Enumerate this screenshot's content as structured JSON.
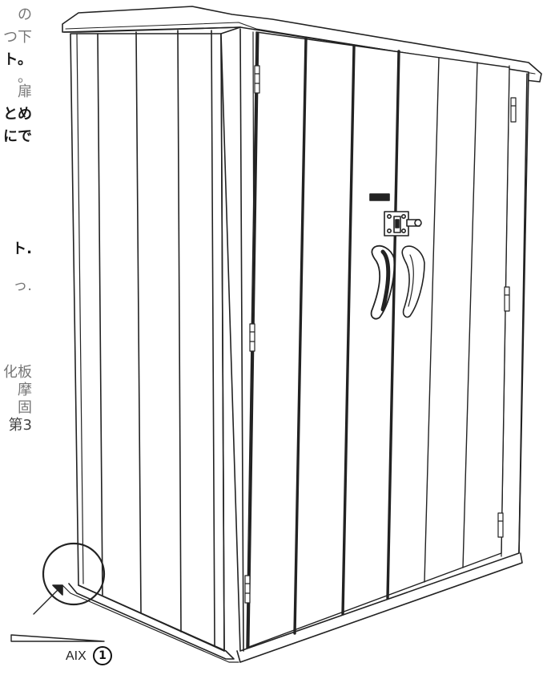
{
  "page": {
    "clipped_text": [
      "の",
      "つ下",
      "ト。",
      "。",
      "扉",
      "とめ",
      "にで",
      "ト.",
      "っ.",
      "化板",
      "摩",
      "固",
      "第3"
    ]
  },
  "illustration": {
    "subject_icon": "storage-shed-line-drawing",
    "callout_icon": "corner-detail-circle",
    "wedge_icon": "level-shim"
  },
  "labels": {
    "aix": "AIX",
    "step": "1"
  }
}
